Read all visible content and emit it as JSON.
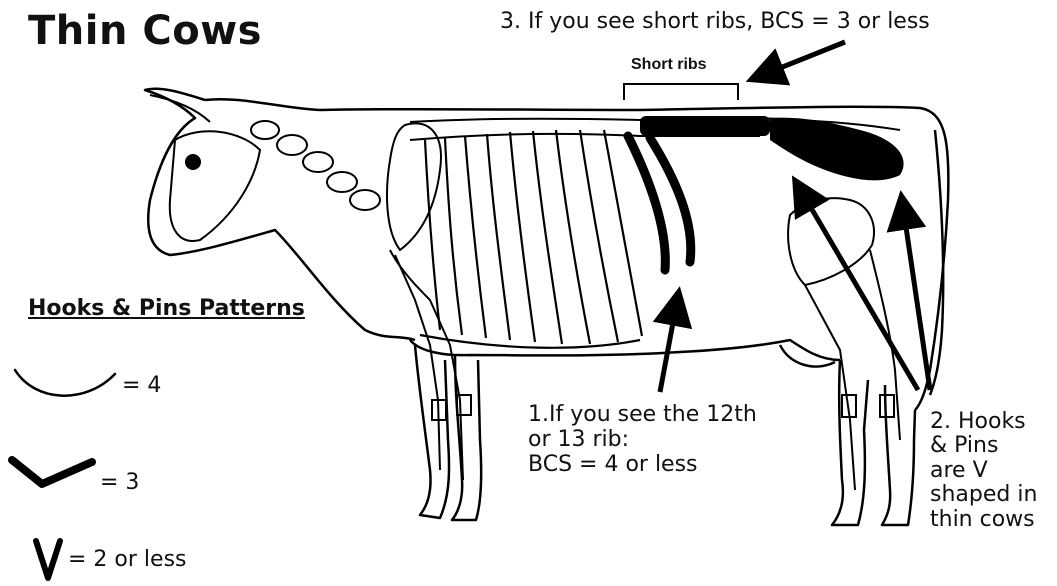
{
  "title": "Thin Cows",
  "tips": {
    "tip3": "3. If you see short ribs, BCS = 3 or less",
    "short_ribs_label": "Short ribs",
    "tip1": [
      "1.If you see the 12th",
      "or 13 rib:",
      "BCS = 4 or less"
    ],
    "tip2": [
      "2. Hooks",
      "& Pins",
      "are V",
      "shaped in",
      "thin cows"
    ]
  },
  "legend": {
    "heading": "Hooks & Pins Patterns",
    "items": [
      {
        "shape": "smooth-curve-icon",
        "label": "= 4"
      },
      {
        "shape": "shallow-v-icon",
        "label": "= 3"
      },
      {
        "shape": "deep-v-icon",
        "label": "= 2 or less"
      }
    ]
  }
}
